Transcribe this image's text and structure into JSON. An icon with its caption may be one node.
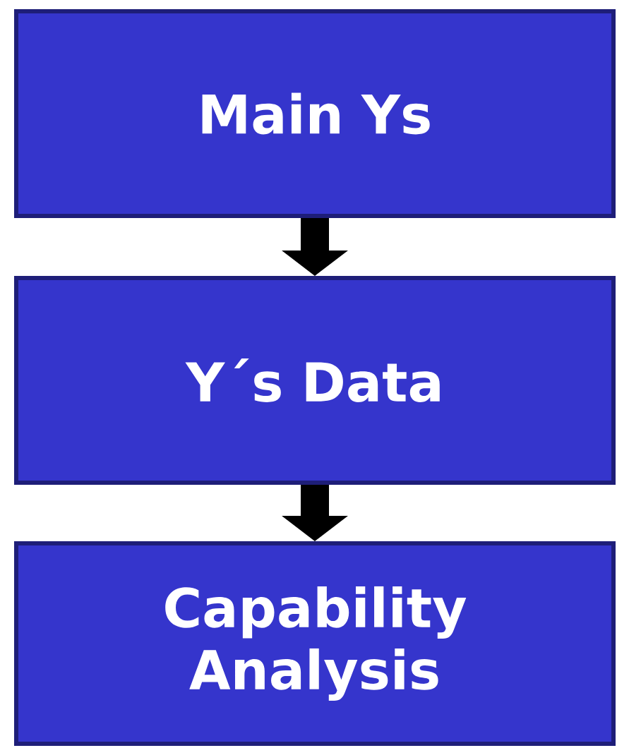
{
  "diagram": {
    "nodes": [
      {
        "text": [
          "Main Ys"
        ]
      },
      {
        "text": [
          "Y´s Data"
        ]
      },
      {
        "text": [
          "Capability Analysis"
        ]
      }
    ],
    "edges": [
      {
        "from": 0,
        "to": 1,
        "arrow": "to"
      },
      {
        "from": 1,
        "to": 2,
        "arrow": "to"
      }
    ]
  }
}
